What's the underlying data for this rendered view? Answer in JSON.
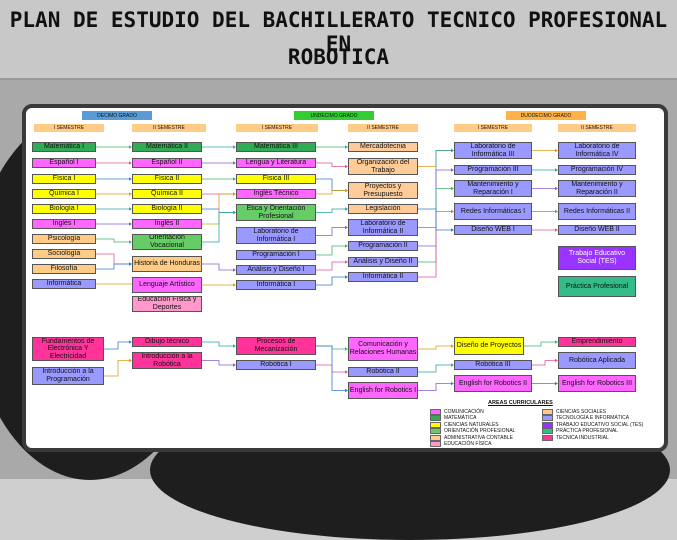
{
  "title": {
    "line1": "PLAN DE ESTUDIO DEL BACHILLERATO TECNICO PROFESIONAL EN",
    "line2": "ROBOTICA"
  },
  "colors": {
    "comunicacion": "#ff66ff",
    "matematica": "#33aa55",
    "ciencias_naturales": "#ffff00",
    "orientacion": "#66cc66",
    "administrativa": "#ffcc99",
    "educacion_fisica": "#ff99cc",
    "ciencias_sociales": "#ffcc88",
    "tecnologia": "#9999ff",
    "tes": "#9933ff",
    "practica": "#33bb88",
    "tecnica": "#ff3399",
    "grade_decimo": "#5b9bd5",
    "grade_undecimo": "#33cc33",
    "grade_duodecimo": "#ffb347"
  },
  "grades": {
    "decimo": "DECIMO GRADO",
    "undecimo": "UNDECIMO GRADO",
    "duodecimo": "DUODECIMO GRADO"
  },
  "semesters": {
    "i": "I SEMESTRE",
    "ii": "II SEMESTRE"
  },
  "boxes": [
    {
      "id": "mat1",
      "text": "Matemática I",
      "area": "matematica"
    },
    {
      "id": "esp1",
      "text": "Español I",
      "area": "comunicacion"
    },
    {
      "id": "fis1",
      "text": "Física I",
      "area": "ciencias_naturales"
    },
    {
      "id": "qui1",
      "text": "Química I",
      "area": "ciencias_naturales"
    },
    {
      "id": "bio1",
      "text": "Biología I",
      "area": "ciencias_naturales"
    },
    {
      "id": "ing1",
      "text": "Inglés I",
      "area": "comunicacion"
    },
    {
      "id": "psi",
      "text": "Psicología",
      "area": "ciencias_sociales"
    },
    {
      "id": "soc",
      "text": "Sociología",
      "area": "ciencias_sociales"
    },
    {
      "id": "fil",
      "text": "Filosofía",
      "area": "ciencias_sociales"
    },
    {
      "id": "inf",
      "text": "Informática",
      "area": "tecnologia"
    },
    {
      "id": "mat2",
      "text": "Matemática II",
      "area": "matematica"
    },
    {
      "id": "esp2",
      "text": "Español II",
      "area": "comunicacion"
    },
    {
      "id": "fis2",
      "text": "Física II",
      "area": "ciencias_naturales"
    },
    {
      "id": "qui2",
      "text": "Química II",
      "area": "ciencias_naturales"
    },
    {
      "id": "bio2",
      "text": "Biología II",
      "area": "ciencias_naturales"
    },
    {
      "id": "ing2",
      "text": "Inglés II",
      "area": "comunicacion"
    },
    {
      "id": "orv",
      "text": "Orientación Vocacional",
      "area": "orientacion"
    },
    {
      "id": "his",
      "text": "Historia de Honduras",
      "area": "ciencias_sociales"
    },
    {
      "id": "lart",
      "text": "Lenguaje Artístico",
      "area": "comunicacion"
    },
    {
      "id": "efd",
      "text": "Educación Física y Deportes",
      "area": "educacion_fisica"
    },
    {
      "id": "mat3",
      "text": "Matemática III",
      "area": "matematica"
    },
    {
      "id": "lyl",
      "text": "Lengua y Literatura",
      "area": "comunicacion"
    },
    {
      "id": "fis3",
      "text": "Física III",
      "area": "ciencias_naturales"
    },
    {
      "id": "ingt",
      "text": "Inglés Técnico",
      "area": "comunicacion"
    },
    {
      "id": "eyo",
      "text": "Ética y Orientación Profesional",
      "area": "orientacion"
    },
    {
      "id": "lab1",
      "text": "Laboratorio de Informática I",
      "area": "tecnologia"
    },
    {
      "id": "prog1",
      "text": "Programación I",
      "area": "tecnologia"
    },
    {
      "id": "ads1",
      "text": "Análisis y Diseño I",
      "area": "tecnologia"
    },
    {
      "id": "info1",
      "text": "Informática I",
      "area": "tecnologia"
    },
    {
      "id": "merc",
      "text": "Mercadotecnia",
      "area": "administrativa"
    },
    {
      "id": "ort",
      "text": "Organización del Trabajo",
      "area": "administrativa"
    },
    {
      "id": "pyp",
      "text": "Proyectos y Presupuesto",
      "area": "administrativa"
    },
    {
      "id": "leg",
      "text": "Legislación",
      "area": "administrativa"
    },
    {
      "id": "lab2",
      "text": "Laboratorio de Informática II",
      "area": "tecnologia"
    },
    {
      "id": "prog2",
      "text": "Programación II",
      "area": "tecnologia"
    },
    {
      "id": "ads2",
      "text": "Análisis y Diseño II",
      "area": "tecnologia"
    },
    {
      "id": "info2",
      "text": "Informática II",
      "area": "tecnologia"
    },
    {
      "id": "lab3",
      "text": "Laboratorio de Informática III",
      "area": "tecnologia"
    },
    {
      "id": "prog3",
      "text": "Programación III",
      "area": "tecnologia"
    },
    {
      "id": "mant1",
      "text": "Mantenimiento y Reparación I",
      "area": "tecnologia"
    },
    {
      "id": "redes1",
      "text": "Redes Informáticas I",
      "area": "tecnologia"
    },
    {
      "id": "web1",
      "text": "Diseño WEB I",
      "area": "tecnologia"
    },
    {
      "id": "lab4",
      "text": "Laboratorio de Informática IV",
      "area": "tecnologia"
    },
    {
      "id": "prog4",
      "text": "Programación IV",
      "area": "tecnologia"
    },
    {
      "id": "mant2",
      "text": "Mantenimiento y Reparación II",
      "area": "tecnologia"
    },
    {
      "id": "redes2",
      "text": "Redes Informáticas II",
      "area": "tecnologia"
    },
    {
      "id": "web2",
      "text": "Diseño WEB II",
      "area": "tecnologia"
    },
    {
      "id": "tes",
      "text": "Trabajo Educativo Social (TES)",
      "area": "tes"
    },
    {
      "id": "prac",
      "text": "Práctica Profesional",
      "area": "practica"
    },
    {
      "id": "fund",
      "text": "Fundamentos de Electrónica Y Electricidad",
      "area": "tecnica"
    },
    {
      "id": "intro",
      "text": "Introducción a la Programación",
      "area": "tecnologia"
    },
    {
      "id": "dib",
      "text": "Dibujo técnico",
      "area": "tecnica"
    },
    {
      "id": "introrob",
      "text": "Introducción a la Robótica",
      "area": "tecnica"
    },
    {
      "id": "pmec",
      "text": "Procesos de Mecanización",
      "area": "tecnica"
    },
    {
      "id": "rob1",
      "text": "Robótica I",
      "area": "tecnologia"
    },
    {
      "id": "crh",
      "text": "Comunicación y Relaciones Humanas",
      "area": "comunicacion"
    },
    {
      "id": "rob2",
      "text": "Robótica II",
      "area": "tecnologia"
    },
    {
      "id": "efr1",
      "text": "English for Robotics I",
      "area": "comunicacion"
    },
    {
      "id": "dpro",
      "text": "Diseño de Proyectos",
      "area": "ciencias_naturales"
    },
    {
      "id": "rob3",
      "text": "Robótica III",
      "area": "tecnologia"
    },
    {
      "id": "efr2",
      "text": "English for Robotics II",
      "area": "comunicacion"
    },
    {
      "id": "empr",
      "text": "Emprendimiento",
      "area": "tecnica"
    },
    {
      "id": "roba",
      "text": "Robótica Aplicada",
      "area": "tecnologia"
    },
    {
      "id": "efr3",
      "text": "English for Robotics III",
      "area": "comunicacion"
    }
  ],
  "legend": {
    "title": "AREAS CURRICULARES",
    "items": [
      {
        "label": "COMUNICACIÓN",
        "area": "comunicacion"
      },
      {
        "label": "MATEMÁTICA",
        "area": "matematica"
      },
      {
        "label": "CIENCIAS NATURALES",
        "area": "ciencias_naturales"
      },
      {
        "label": "ORIENTACIÓN PROFESIONAL",
        "area": "orientacion"
      },
      {
        "label": "ADMINISTRATIVA CONTABLE",
        "area": "administrativa"
      },
      {
        "label": "EDUCACIÓN FÍSICA",
        "area": "educacion_fisica"
      },
      {
        "label": "CIENCIAS SOCIALES",
        "area": "ciencias_sociales"
      },
      {
        "label": "TECNOLOGÍA E INFORMÁTICA",
        "area": "tecnologia"
      },
      {
        "label": "TRABAJO EDUCATIVO SOCIAL (TES)",
        "area": "tes"
      },
      {
        "label": "PRÁCTICA PROFESIONAL",
        "area": "practica"
      },
      {
        "label": "TECNICA INDUSTRIAL",
        "area": "tecnica"
      }
    ]
  },
  "connections": [
    [
      "mat1",
      "mat2"
    ],
    [
      "esp1",
      "esp2"
    ],
    [
      "fis1",
      "fis2"
    ],
    [
      "qui1",
      "qui2"
    ],
    [
      "bio1",
      "bio2"
    ],
    [
      "ing1",
      "ing2"
    ],
    [
      "psi",
      "orv"
    ],
    [
      "soc",
      "his"
    ],
    [
      "fil",
      "his"
    ],
    [
      "inf",
      "info1"
    ],
    [
      "mat2",
      "mat3"
    ],
    [
      "esp2",
      "lyl"
    ],
    [
      "fis2",
      "fis3"
    ],
    [
      "qui2",
      "ingt"
    ],
    [
      "bio2",
      "eyo"
    ],
    [
      "ing2",
      "ingt"
    ],
    [
      "orv",
      "eyo"
    ],
    [
      "his",
      "ads1"
    ],
    [
      "mat3",
      "merc"
    ],
    [
      "lyl",
      "ort"
    ],
    [
      "fis3",
      "pyp"
    ],
    [
      "ingt",
      "pyp"
    ],
    [
      "eyo",
      "leg"
    ],
    [
      "lab1",
      "lab2"
    ],
    [
      "prog1",
      "prog2"
    ],
    [
      "ads1",
      "ads2"
    ],
    [
      "info1",
      "info2"
    ],
    [
      "ort",
      "lab3"
    ],
    [
      "lab2",
      "lab3"
    ],
    [
      "prog2",
      "prog3"
    ],
    [
      "ads2",
      "mant1"
    ],
    [
      "info2",
      "redes1"
    ],
    [
      "leg",
      "web1"
    ],
    [
      "lab3",
      "lab4"
    ],
    [
      "prog3",
      "prog4"
    ],
    [
      "mant1",
      "mant2"
    ],
    [
      "redes1",
      "redes2"
    ],
    [
      "web1",
      "web2"
    ],
    [
      "fund",
      "dib"
    ],
    [
      "intro",
      "introrob"
    ],
    [
      "dib",
      "pmec"
    ],
    [
      "introrob",
      "rob1"
    ],
    [
      "pmec",
      "crh"
    ],
    [
      "rob1",
      "rob2"
    ],
    [
      "pmec",
      "efr1"
    ],
    [
      "crh",
      "dpro"
    ],
    [
      "rob2",
      "rob3"
    ],
    [
      "efr1",
      "efr2"
    ],
    [
      "dpro",
      "empr"
    ],
    [
      "rob3",
      "roba"
    ],
    [
      "efr2",
      "efr3"
    ]
  ]
}
